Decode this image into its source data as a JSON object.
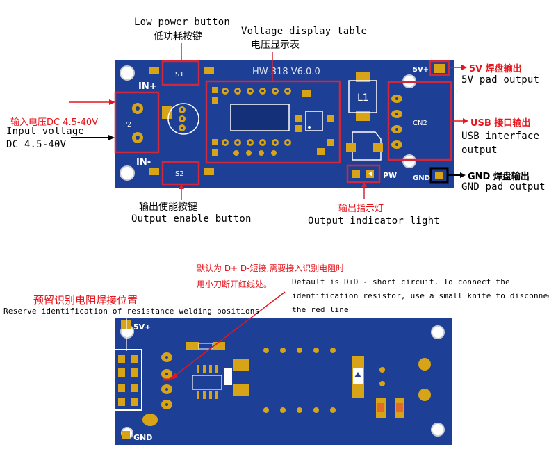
{
  "top_board": {
    "model": "HW-318 V6.0.0",
    "silk": {
      "in_plus": "IN+",
      "in_minus": "IN-",
      "s1": "S1",
      "s2": "S2",
      "p2": "P2",
      "l1": "L1",
      "cn2": "CN2",
      "pw": "PW",
      "gnd": "GND",
      "v5": "5V+"
    }
  },
  "annotations": {
    "low_power_en": "Low power button",
    "low_power_cn": "低功耗按键",
    "voltage_display_en": "Voltage display table",
    "voltage_display_cn": "电压显示表",
    "input_cn": "输入电压DC 4.5-40V",
    "input_en_1": "Input voltage",
    "input_en_2": "DC 4.5-40V",
    "pad5v_cn": "5V 焊盘输出",
    "pad5v_en": "5V pad output",
    "usb_cn": "USB 接口输出",
    "usb_en_1": "USB interface",
    "usb_en_2": "output",
    "gnd_cn": "GND 焊盘输出",
    "gnd_en": "GND pad output",
    "enable_cn": "输出使能按键",
    "enable_en": "Output enable button",
    "indicator_cn": "输出指示灯",
    "indicator_en": "Output indicator light",
    "default_cn_1": "默认为 D+ D-短接,需要接入识别电阻时",
    "default_cn_2": "用小刀断开红线处。",
    "default_en_1": "Default is D+D - short circuit. To connect the",
    "default_en_2": "identification resistor, use a small knife to disconnect",
    "default_en_3": "the red line",
    "reserve_cn": "预留识别电阻焊接位置",
    "reserve_en": "Reserve identification of resistance welding positions"
  },
  "bottom_board": {
    "silk": {
      "v5": "5V+",
      "gnd": "GND"
    }
  },
  "colors": {
    "pcb": "#1d3f95",
    "pcb_dark": "#143078",
    "gold": "#d8a417",
    "annotation_red": "#e8141b",
    "box_red": "#d0283a"
  }
}
